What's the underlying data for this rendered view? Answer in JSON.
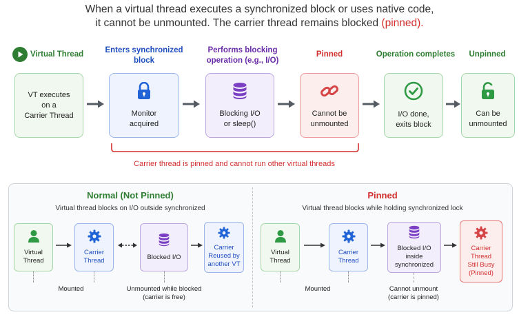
{
  "title": {
    "line1": "When a virtual thread executes a synchronized block or uses native code,",
    "line2_prefix": "it cannot be unmounted. The carrier thread remains blocked ",
    "line2_highlight": "(pinned)."
  },
  "flow": {
    "stages": [
      {
        "label": "Virtual Thread",
        "box_text": "VT executes\non a\nCarrier Thread",
        "icon": "play-icon"
      },
      {
        "label": "Enters synchronized\nblock",
        "box_text": "Monitor\nacquired",
        "icon": "lock-icon"
      },
      {
        "label": "Performs blocking\noperation (e.g., I/O)",
        "box_text": "Blocking I/O\nor sleep()",
        "icon": "database-icon"
      },
      {
        "label": "Pinned",
        "box_text": "Cannot be\nunmounted",
        "icon": "chain-link-icon"
      },
      {
        "label": "Operation completes",
        "box_text": "I/O done,\nexits block",
        "icon": "check-circle-icon"
      },
      {
        "label": "Unpinned",
        "box_text": "Can be\nunmounted",
        "icon": "unlock-icon"
      }
    ],
    "brace_caption": "Carrier thread is pinned and cannot run other virtual threads"
  },
  "normal": {
    "title": "Normal (Not Pinned)",
    "subtitle": "Virtual thread blocks on I/O outside synchronized",
    "boxes": [
      {
        "text": "Virtual\nThread",
        "icon": "person-icon"
      },
      {
        "text": "Carrier\nThread",
        "icon": "gear-icon"
      },
      {
        "text": "Blocked I/O",
        "icon": "database-icon"
      },
      {
        "text": "Carrier\nReused by\nanother VT",
        "icon": "gear-icon"
      }
    ],
    "notes": {
      "mounted": "Mounted",
      "unmounted": "Unmounted while blocked\n(carrier is free)"
    }
  },
  "pinned": {
    "title": "Pinned",
    "subtitle": "Virtual thread blocks while holding synchronized lock",
    "boxes": [
      {
        "text": "Virtual\nThread",
        "icon": "person-icon"
      },
      {
        "text": "Carrier\nThread",
        "icon": "gear-icon"
      },
      {
        "text": "Blocked I/O\ninside\nsynchronized",
        "icon": "database-icon"
      },
      {
        "text": "Carrier\nThread\nStill Busy\n(Pinned)",
        "icon": "gear-icon"
      }
    ],
    "notes": {
      "mounted": "Mounted",
      "cannot": "Cannot unmount\n(carrier is pinned)"
    }
  },
  "colors": {
    "green": "#2e7d32",
    "blue": "#1f4fbf",
    "purple": "#6a2ca8",
    "red": "#d32f2f",
    "arrow": "#555b63"
  }
}
